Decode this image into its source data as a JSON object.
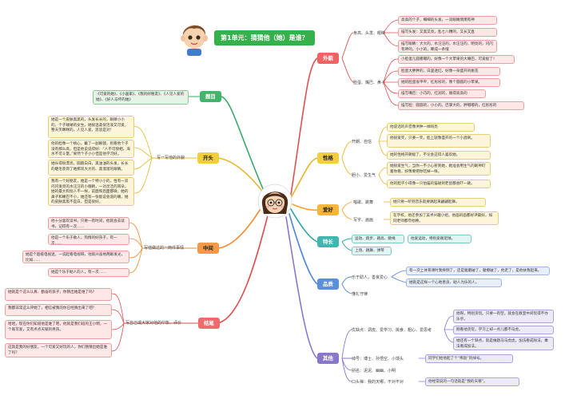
{
  "title": "第1单元：猜猜他（她）是谁？",
  "center": {
    "icon": "girl-avatar-icon"
  },
  "boy": {
    "icon": "boy-avatar-icon"
  },
  "left": {
    "timu": {
      "label": "题目",
      "items": [
        "《可爱的她》、《小画家》、《我的好朋友》、《人见人爱的她》、《好人与坏的她》"
      ]
    },
    "kaitou": {
      "label": "开头",
      "note": "写一写他的外貌",
      "items": [
        "她是一个皮肤黑黑的，头发长长的，眼睛小小的，个子矮矮的女生。她很温柔很活泼又可爱，整天笑眯眯的，人见人爱，思思是对！",
        "他的脸像一个桃心，戴了一副眼镜，别看他个子没有那么高，但是他说说得好：“人不可貌相，海水不可斗量。”果然个子小小但是他学习好。",
        "她长得很漂亮，圆圆白白，黑油油的头发，长长的睫毛装饰了她那双大大的、黑溜溜的眼睛。",
        "我有一个好朋友，她是一个特小小的，性有一双闪闪发亮的水汪汪的小眼睛，一对灵活的耳朵，她的最大和别人不一样，前面和后面都微，她的鼻子和嘴巴不小，她还有一张能说会道的嘴，她的皮肤黑黑不是白，但是很好。"
      ]
    },
    "zhongjian": {
      "label": "中间",
      "note": "写他做过的一两件事情",
      "items": [
        "他十分喜欢读书，只要一有时间，他就会去读书，记得有一次……",
        "他是一个乐于助人，热情的好孩子，有一次……",
        "她是个超级电视迷，一说起看电视呀，他就兴奋地两眼发光，比如……",
        "她是个乐于助人的人，有一次……"
      ]
    },
    "jiewei": {
      "label": "结尾",
      "note": "写自己或大家对他的印象、评价",
      "items": [
        "她就是个这么认真、勤奋的孩子，你猜出她是谁了吗？",
        "我都非常这么评她了，相信被我的你已经猜出来了吧？",
        "哈哈，现在你们知道他是谁了吧，他就是我们班的王小明，一个既可爱，又有点点天赋的男孩。",
        "这就是我的好朋友，一个可爱又好玩的人，你们猜猜出她是谁了吗？"
      ]
    }
  },
  "right": {
    "waimao": {
      "label": "外貌",
      "groups": [
        {
          "tag": "身高、头发、眼睛",
          "items": [
            "高高的个子，细细的头发，一双眼睛炯炯有神",
            "描写头发：又黑又亮，乱七八糟的，又长又直",
            "描写眼睛：大大的，水汪汪的，水汪汪的，明亮的，闪闪有神的，小小的，眯成一条缝"
          ]
        },
        {
          "tag": "脸蛋、嘴巴、鼻子",
          "items": [
            "小脸蛋儿圆嘟嘟的，好像一个大苹果的大嘴巴，可爱极了！",
            "脸蛋大胖胖的，白里透红，好像一朵盛开的桃花",
            "她的脸蛋很平平，红彤彤的，像个圆圆的小苹果。",
            "描写嘴巴：小巧的，红润的，撅得高高的",
            "描写脸：圆圆的，小小的，巴掌大的，胖嘟嘟的，红彤彤的"
          ]
        }
      ]
    },
    "xingge": {
      "label": "性格",
      "groups": [
        {
          "tag": "开朗、自信",
          "items": [
            "他说话的声音像洪钟一样响亮",
            "他很爱笑，只要一笑，脸上就像盛开的一个小酒窝。",
            "她的性格开朗极了，不论会这得人喜欢她。"
          ]
        },
        {
          "tag": "胆小、爱生气",
          "items": [
            "她很爱生气，当你一不小心惹到她，她准会用生气的眼神盯着你看，好像要把你吃掉一样。",
            "他的胆子小得像一只怕猫的猫碰到老鼠都会吓一跳。"
          ]
        }
      ]
    },
    "aihao": {
      "label": "爱好",
      "groups": [
        {
          "tag": "唱歌、跳舞",
          "items": [
            "她只要一听到音乐就要跳起来翩翩起舞。"
          ]
        },
        {
          "tag": "写字、画画",
          "items": [
            "在学校，他还参加了美术兴趣小组，他画的画都好评最好，如同老师都夸他棒。"
          ]
        }
      ]
    },
    "techang": {
      "label": "特长",
      "tags": [
        "运动、跑步、跳高、跳绳",
        "上场、跳舞、弹琴"
      ],
      "items": [
        "他爱运动，特别爱踢足球。"
      ]
    },
    "pinzhi": {
      "label": "品质",
      "tags": [
        "乐于助人，善良爱心",
        "懂礼守律"
      ],
      "items": [
        "有一次上体育课时我摔倒了，还是腿磨破了，腿擦破了，他走了，是他扶我起来。",
        "她就是这样一个心地善良、助人为乐的人。"
      ]
    },
    "qita": {
      "label": "其他",
      "groups": [
        {
          "tag": "优缺点：调皮、爱学习、挑食、粗心、爱思考",
          "items": [
            "他呀，特别贪玩。只要一有空，就会在教室中间玩得不亦乐乎。",
            "刚看他贪玩，学习上却一点儿都不马虎。",
            "她还有一个缺点，就是做题马马虎虎。加法看成除法，乘法看成加法。"
          ]
        },
        {
          "tag": "绰号：博士、孙悟空、小馒头",
          "items": [
            "同学们给他起了个“稀饭”的绰号。"
          ]
        },
        {
          "tag": "别名：泥泥、幽幽、小明",
          "items": []
        },
        {
          "tag": "口头禅：我的天哪，不对不对",
          "items": [
            "他经常说的一句话就是“我的天哪”。"
          ]
        }
      ]
    }
  }
}
